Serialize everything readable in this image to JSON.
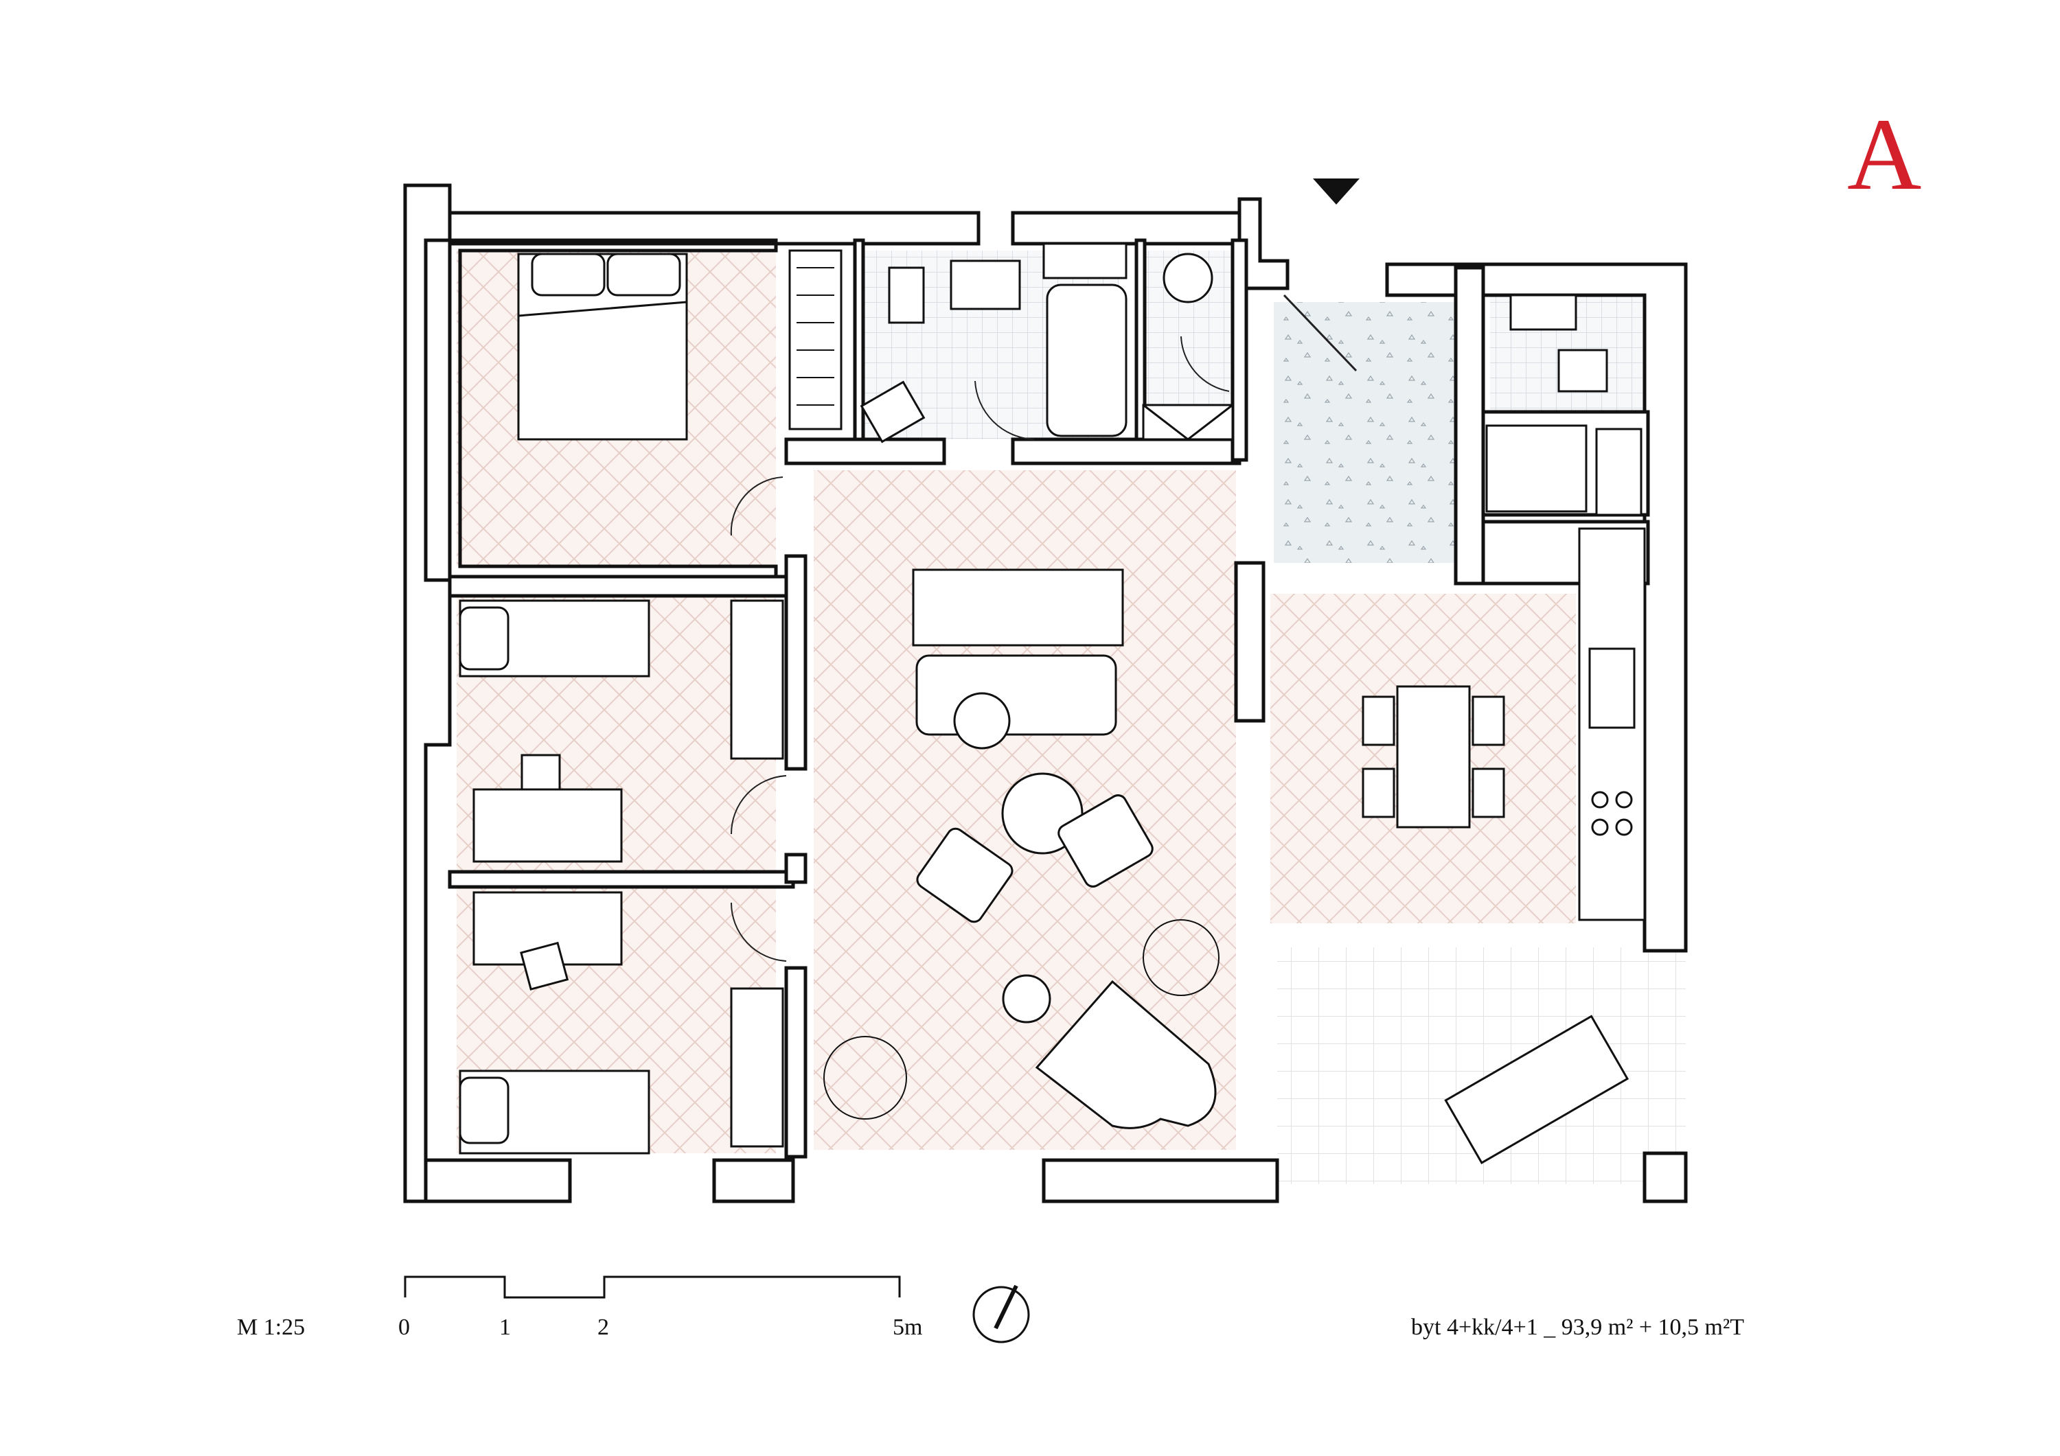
{
  "sheet": {
    "letter": "A",
    "letter_color": "#d4202a"
  },
  "scale": {
    "label": "M 1:25",
    "ticks": [
      "0",
      "1",
      "2",
      "5m"
    ]
  },
  "unit_info": {
    "label": "byt 4+kk/4+1 _ 93,9 m² + 10,5 m²T"
  },
  "icons": [
    "entrance-arrow-icon",
    "north-arrow-icon"
  ],
  "colors": {
    "wall": "#111111",
    "floor_wood": "#f5e9e4",
    "tile": "#eef2f4",
    "hall": "#e8eef0"
  }
}
